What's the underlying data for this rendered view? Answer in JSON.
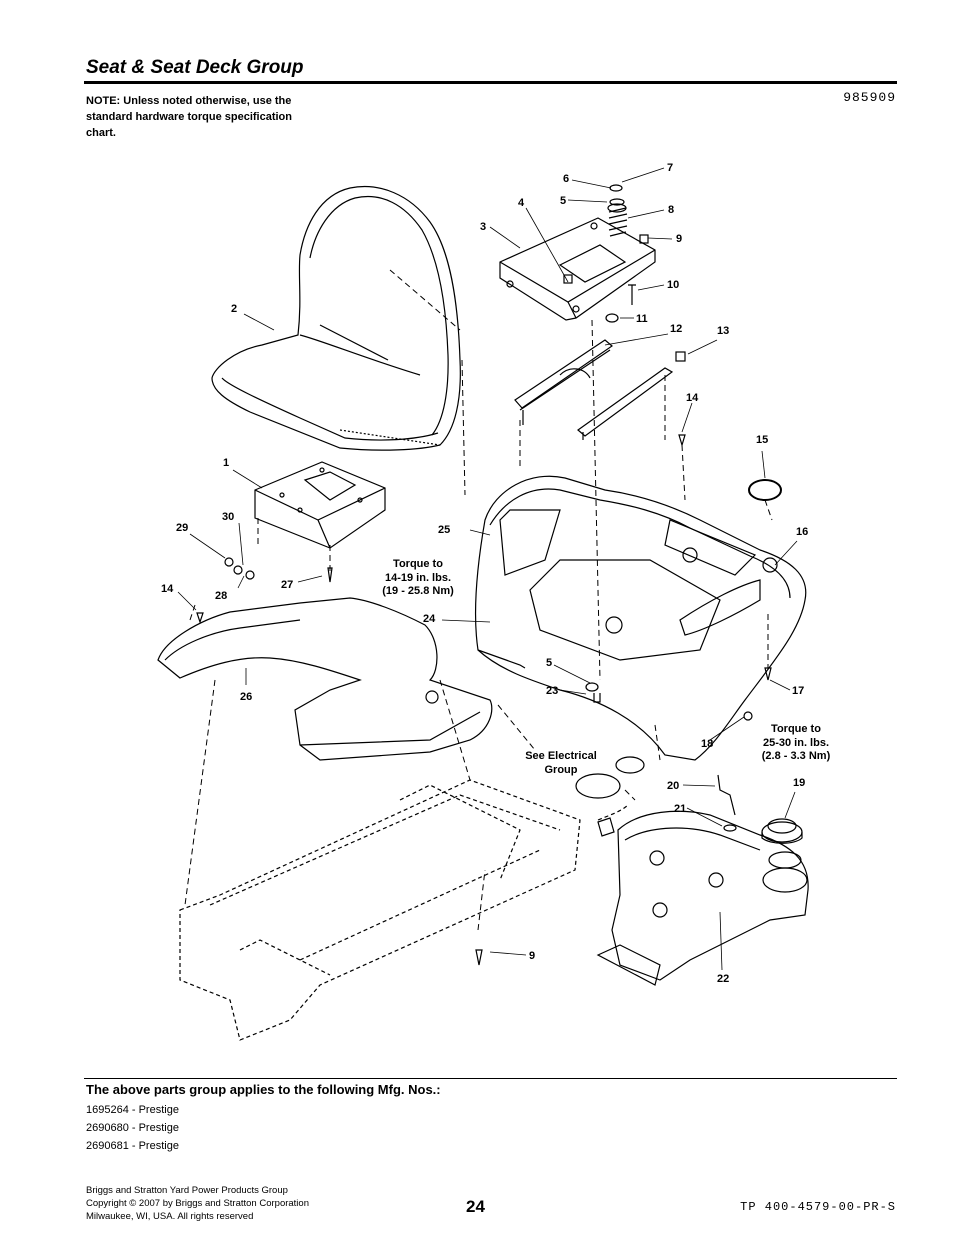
{
  "header": {
    "title": "Seat & Seat Deck Group",
    "note": "NOTE: Unless noted otherwise, use the standard hardware torque specification chart.",
    "drawing_number": "985909"
  },
  "diagram": {
    "callouts": [
      "1",
      "2",
      "3",
      "4",
      "5",
      "5",
      "6",
      "7",
      "8",
      "9",
      "9",
      "10",
      "11",
      "12",
      "13",
      "14",
      "14",
      "15",
      "16",
      "17",
      "18",
      "19",
      "20",
      "21",
      "22",
      "23",
      "24",
      "25",
      "26",
      "27",
      "28",
      "29",
      "30"
    ],
    "annotations": {
      "torque_seat": [
        "Torque to",
        "14-19 in. lbs.",
        "(19 - 25.8 Nm)"
      ],
      "torque_deck": [
        "Torque to",
        "25-30 in. lbs.",
        "(2.8 - 3.3 Nm)"
      ],
      "see_electrical": [
        "See Electrical",
        "Group"
      ]
    }
  },
  "applies": {
    "heading": "The above parts group applies to the following Mfg. Nos.:",
    "items": [
      "1695264 - Prestige",
      "2690680 - Prestige",
      "2690681 - Prestige"
    ]
  },
  "footer": {
    "company": "Briggs and Stratton Yard Power Products Group",
    "copyright": "Copyright ©  2007 by Briggs and Stratton Corporation",
    "location": "Milwaukee, WI, USA. All rights reserved",
    "page_number": "24",
    "doc_code": "TP 400-4579-00-PR-S"
  }
}
